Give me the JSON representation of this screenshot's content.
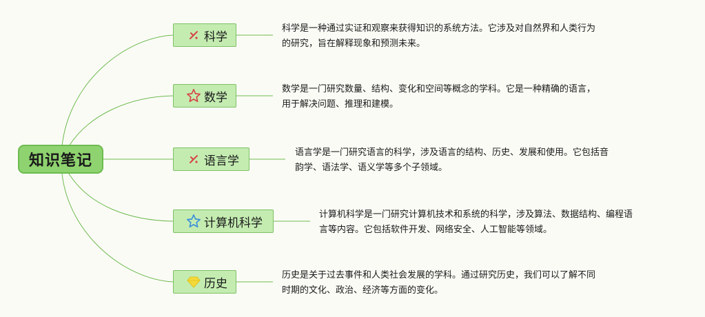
{
  "root": {
    "label": "知识笔记"
  },
  "topics": [
    {
      "label": "科学",
      "icon": "tools-icon",
      "desc_lines": [
        "科学是一种通过实证和观察来获得知识的系统方法。它涉及对自然界和人类行为",
        "的研究，旨在解释现象和预测未来。"
      ]
    },
    {
      "label": "数学",
      "icon": "star-outline-icon",
      "desc_lines": [
        "数学是一门研究数量、结构、变化和空间等概念的学科。它是一种精确的语言，",
        "用于解决问题、推理和建模。"
      ]
    },
    {
      "label": "语言学",
      "icon": "tools-icon",
      "desc_lines": [
        "语言学是一门研究语言的科学，涉及语言的结构、历史、发展和使用。它包括音",
        "韵学、语法学、语义学等多个子领域。"
      ]
    },
    {
      "label": "计算机科学",
      "icon": "star-outline-icon",
      "desc_lines": [
        "计算机科学是一门研究计算机技术和系统的科学，涉及算法、数据结构、编程语",
        "言等内容。它包括软件开发、网络安全、人工智能等领域。"
      ]
    },
    {
      "label": "历史",
      "icon": "gem-icon",
      "desc_lines": [
        "历史是关于过去事件和人类社会发展的学科。通过研究历史，我们可以了解不同",
        "时期的文化、政治、经济等方面的变化。"
      ]
    }
  ],
  "colors": {
    "root_fill": "#8ed36f",
    "node_fill": "#c4ecb1",
    "node_border": "#7cc062",
    "link": "#6dbb4f",
    "tools_icon": "#d64545",
    "star_red": "#d64545",
    "star_blue": "#3b8fd9",
    "gem": "#f3d93a"
  }
}
